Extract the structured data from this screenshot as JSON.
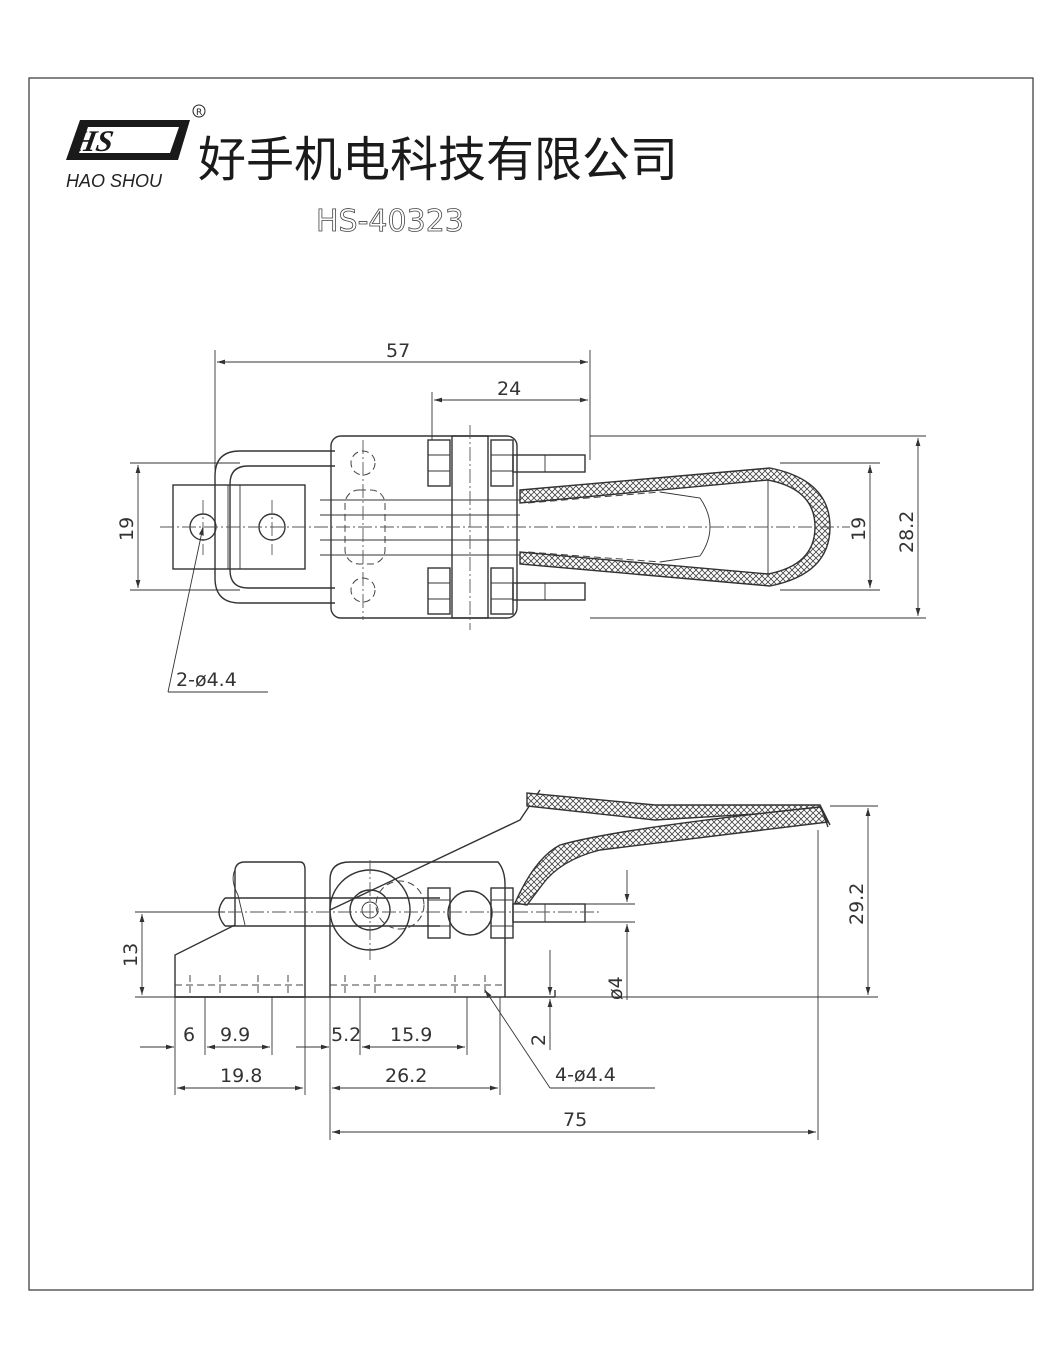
{
  "header": {
    "logo_mark": "HS",
    "logo_sub": "HAO SHOU",
    "registered_mark": "R",
    "company": "好手机电科技有限公司",
    "model": "HS-40323"
  },
  "top_view": {
    "dims": {
      "overall_length": "57",
      "bolt_span": "24",
      "base_width_left": "19",
      "handle_width": "19",
      "overall_width": "28.2"
    },
    "hole_callout": "2-ø4.4"
  },
  "side_view": {
    "dims": {
      "height_left": "13",
      "handle_height": "29.2",
      "rod_dia": "ø4",
      "base_thick": "2",
      "d6": "6",
      "d9_9": "9.9",
      "d19_8": "19.8",
      "d5_2": "5.2",
      "d15_9": "15.9",
      "d26_2": "26.2",
      "overall_length": "75"
    },
    "hole_callout": "4-ø4.4"
  }
}
